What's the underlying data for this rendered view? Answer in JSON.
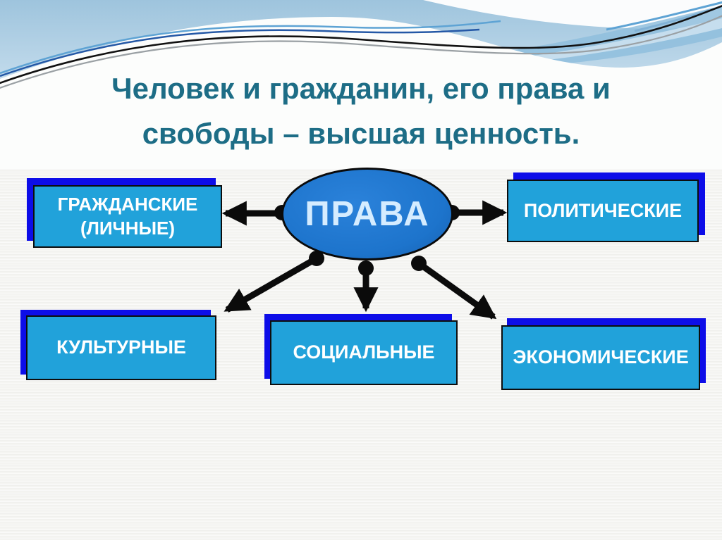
{
  "slide": {
    "title_line1": "Человек и гражданин, его права и",
    "title_line2": "свободы – высшая ценность.",
    "center": {
      "label": "ПРАВА"
    },
    "boxes": [
      {
        "id": "civil",
        "label": "ГРАЖДАНСКИЕ (ЛИЧНЫЕ)"
      },
      {
        "id": "political",
        "label": "ПОЛИТИЧЕСКИЕ"
      },
      {
        "id": "cultural",
        "label": "КУЛЬТУРНЫЕ"
      },
      {
        "id": "social",
        "label": "СОЦИАЛЬНЫЕ"
      },
      {
        "id": "economic",
        "label": "ЭКОНОМИЧЕСКИЕ"
      }
    ],
    "colors": {
      "title": "#1d6d86",
      "box_fill": "#21a2da",
      "box_shadow": "#0d0de8",
      "ellipse_fill": "#1d74cc",
      "ellipse_text": "#d5ecff",
      "arrow": "#0b0b0b",
      "background": "#f5f5f2"
    }
  }
}
